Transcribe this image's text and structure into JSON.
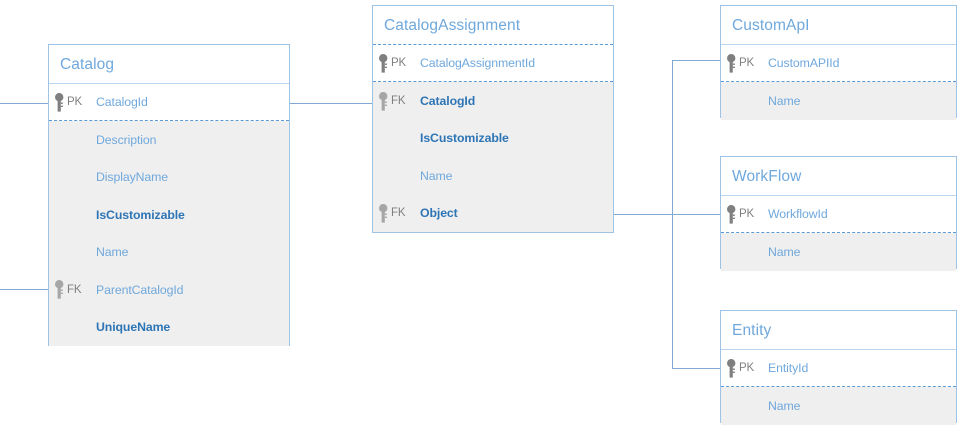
{
  "diagram": {
    "type": "entity-relationship-diagram",
    "accent_color": "#6fa8dc",
    "border_color": "#9dc3e6",
    "row_fill_color": "#efefef",
    "pk_row_fill_color": "#ffffff",
    "connector_color": "#7fa9d0",
    "bold_field_color": "#2e75b6",
    "key_icon_color": "#7f7f7f"
  },
  "entities": [
    {
      "id": "catalog",
      "title": "Catalog",
      "fields": [
        {
          "key": "PK",
          "name": "CatalogId",
          "bold": false,
          "section": "pk"
        },
        {
          "key": "",
          "name": "Description",
          "bold": false,
          "section": "attr"
        },
        {
          "key": "",
          "name": "DisplayName",
          "bold": false,
          "section": "attr"
        },
        {
          "key": "",
          "name": "IsCustomizable",
          "bold": true,
          "section": "attr"
        },
        {
          "key": "",
          "name": "Name",
          "bold": false,
          "section": "attr"
        },
        {
          "key": "FK",
          "name": "ParentCatalogId",
          "bold": false,
          "section": "attr"
        },
        {
          "key": "",
          "name": "UniqueName",
          "bold": true,
          "section": "attr"
        }
      ]
    },
    {
      "id": "catalogassignment",
      "title": "CatalogAssignment",
      "fields": [
        {
          "key": "PK",
          "name": "CatalogAssignmentId",
          "bold": false,
          "section": "pk"
        },
        {
          "key": "FK",
          "name": "CatalogId",
          "bold": true,
          "section": "attr"
        },
        {
          "key": "",
          "name": "IsCustomizable",
          "bold": true,
          "section": "attr"
        },
        {
          "key": "",
          "name": "Name",
          "bold": false,
          "section": "attr"
        },
        {
          "key": "FK",
          "name": "Object",
          "bold": true,
          "section": "attr"
        }
      ]
    },
    {
      "id": "customapi",
      "title": "CustomApI",
      "fields": [
        {
          "key": "PK",
          "name": "CustomAPIId",
          "bold": false,
          "section": "pk"
        },
        {
          "key": "",
          "name": "Name",
          "bold": false,
          "section": "attr"
        }
      ]
    },
    {
      "id": "workflow",
      "title": "WorkFlow",
      "fields": [
        {
          "key": "PK",
          "name": "WorkflowId",
          "bold": false,
          "section": "pk"
        },
        {
          "key": "",
          "name": "Name",
          "bold": false,
          "section": "attr"
        }
      ]
    },
    {
      "id": "entity",
      "title": "Entity",
      "fields": [
        {
          "key": "PK",
          "name": "EntityId",
          "bold": false,
          "section": "pk"
        },
        {
          "key": "",
          "name": "Name",
          "bold": false,
          "section": "attr"
        }
      ]
    }
  ],
  "relationships": [
    {
      "from": "catalog.CatalogId",
      "to": "catalog.ParentCatalogId",
      "style": "self-loop-left"
    },
    {
      "from": "catalog.CatalogId",
      "to": "catalogassignment.CatalogId",
      "style": "straight"
    },
    {
      "from": "catalogassignment.Object",
      "to": "customapi.CustomAPIId",
      "style": "orthogonal"
    },
    {
      "from": "catalogassignment.Object",
      "to": "workflow.WorkflowId",
      "style": "orthogonal"
    },
    {
      "from": "catalogassignment.Object",
      "to": "entity.EntityId",
      "style": "orthogonal"
    }
  ],
  "icons": {
    "key": "key-icon"
  }
}
